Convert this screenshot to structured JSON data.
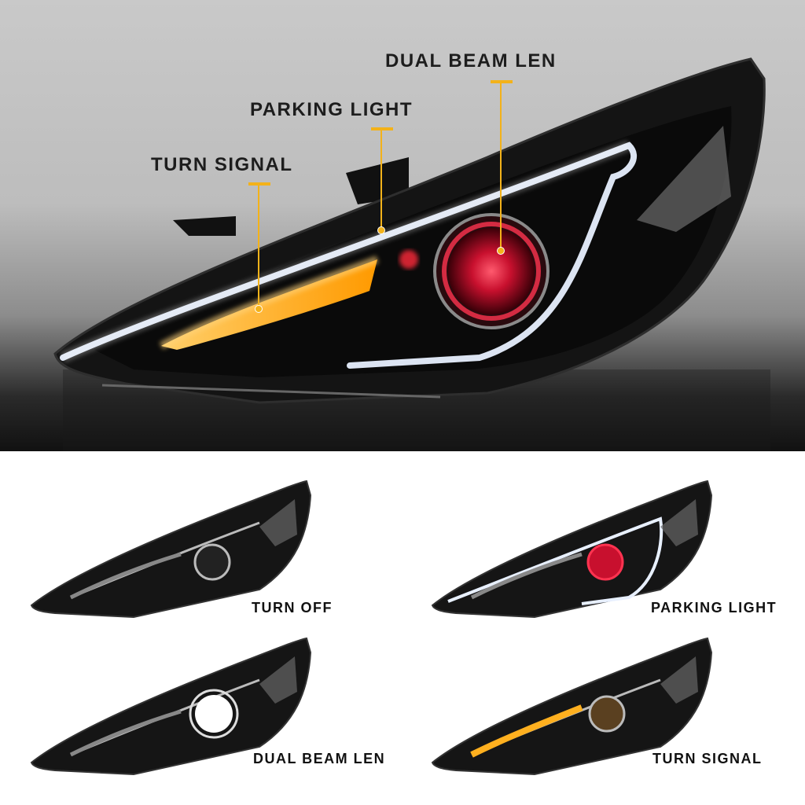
{
  "callouts": {
    "dual_beam": "DUAL BEAM LEN",
    "parking": "PARKING LIGHT",
    "turn": "TURN SIGNAL"
  },
  "modes": [
    {
      "label": "TURN OFF",
      "state": "off"
    },
    {
      "label": "PARKING LIGHT",
      "state": "parking"
    },
    {
      "label": "DUAL BEAM LEN",
      "state": "beam"
    },
    {
      "label": "TURN SIGNAL",
      "state": "turn"
    }
  ],
  "colors": {
    "accent": "#f3b21a",
    "drl": "#e8f0ff",
    "halo_red": "#e0233a",
    "amber": "#ffb01f",
    "beam_white": "#ffffff"
  }
}
